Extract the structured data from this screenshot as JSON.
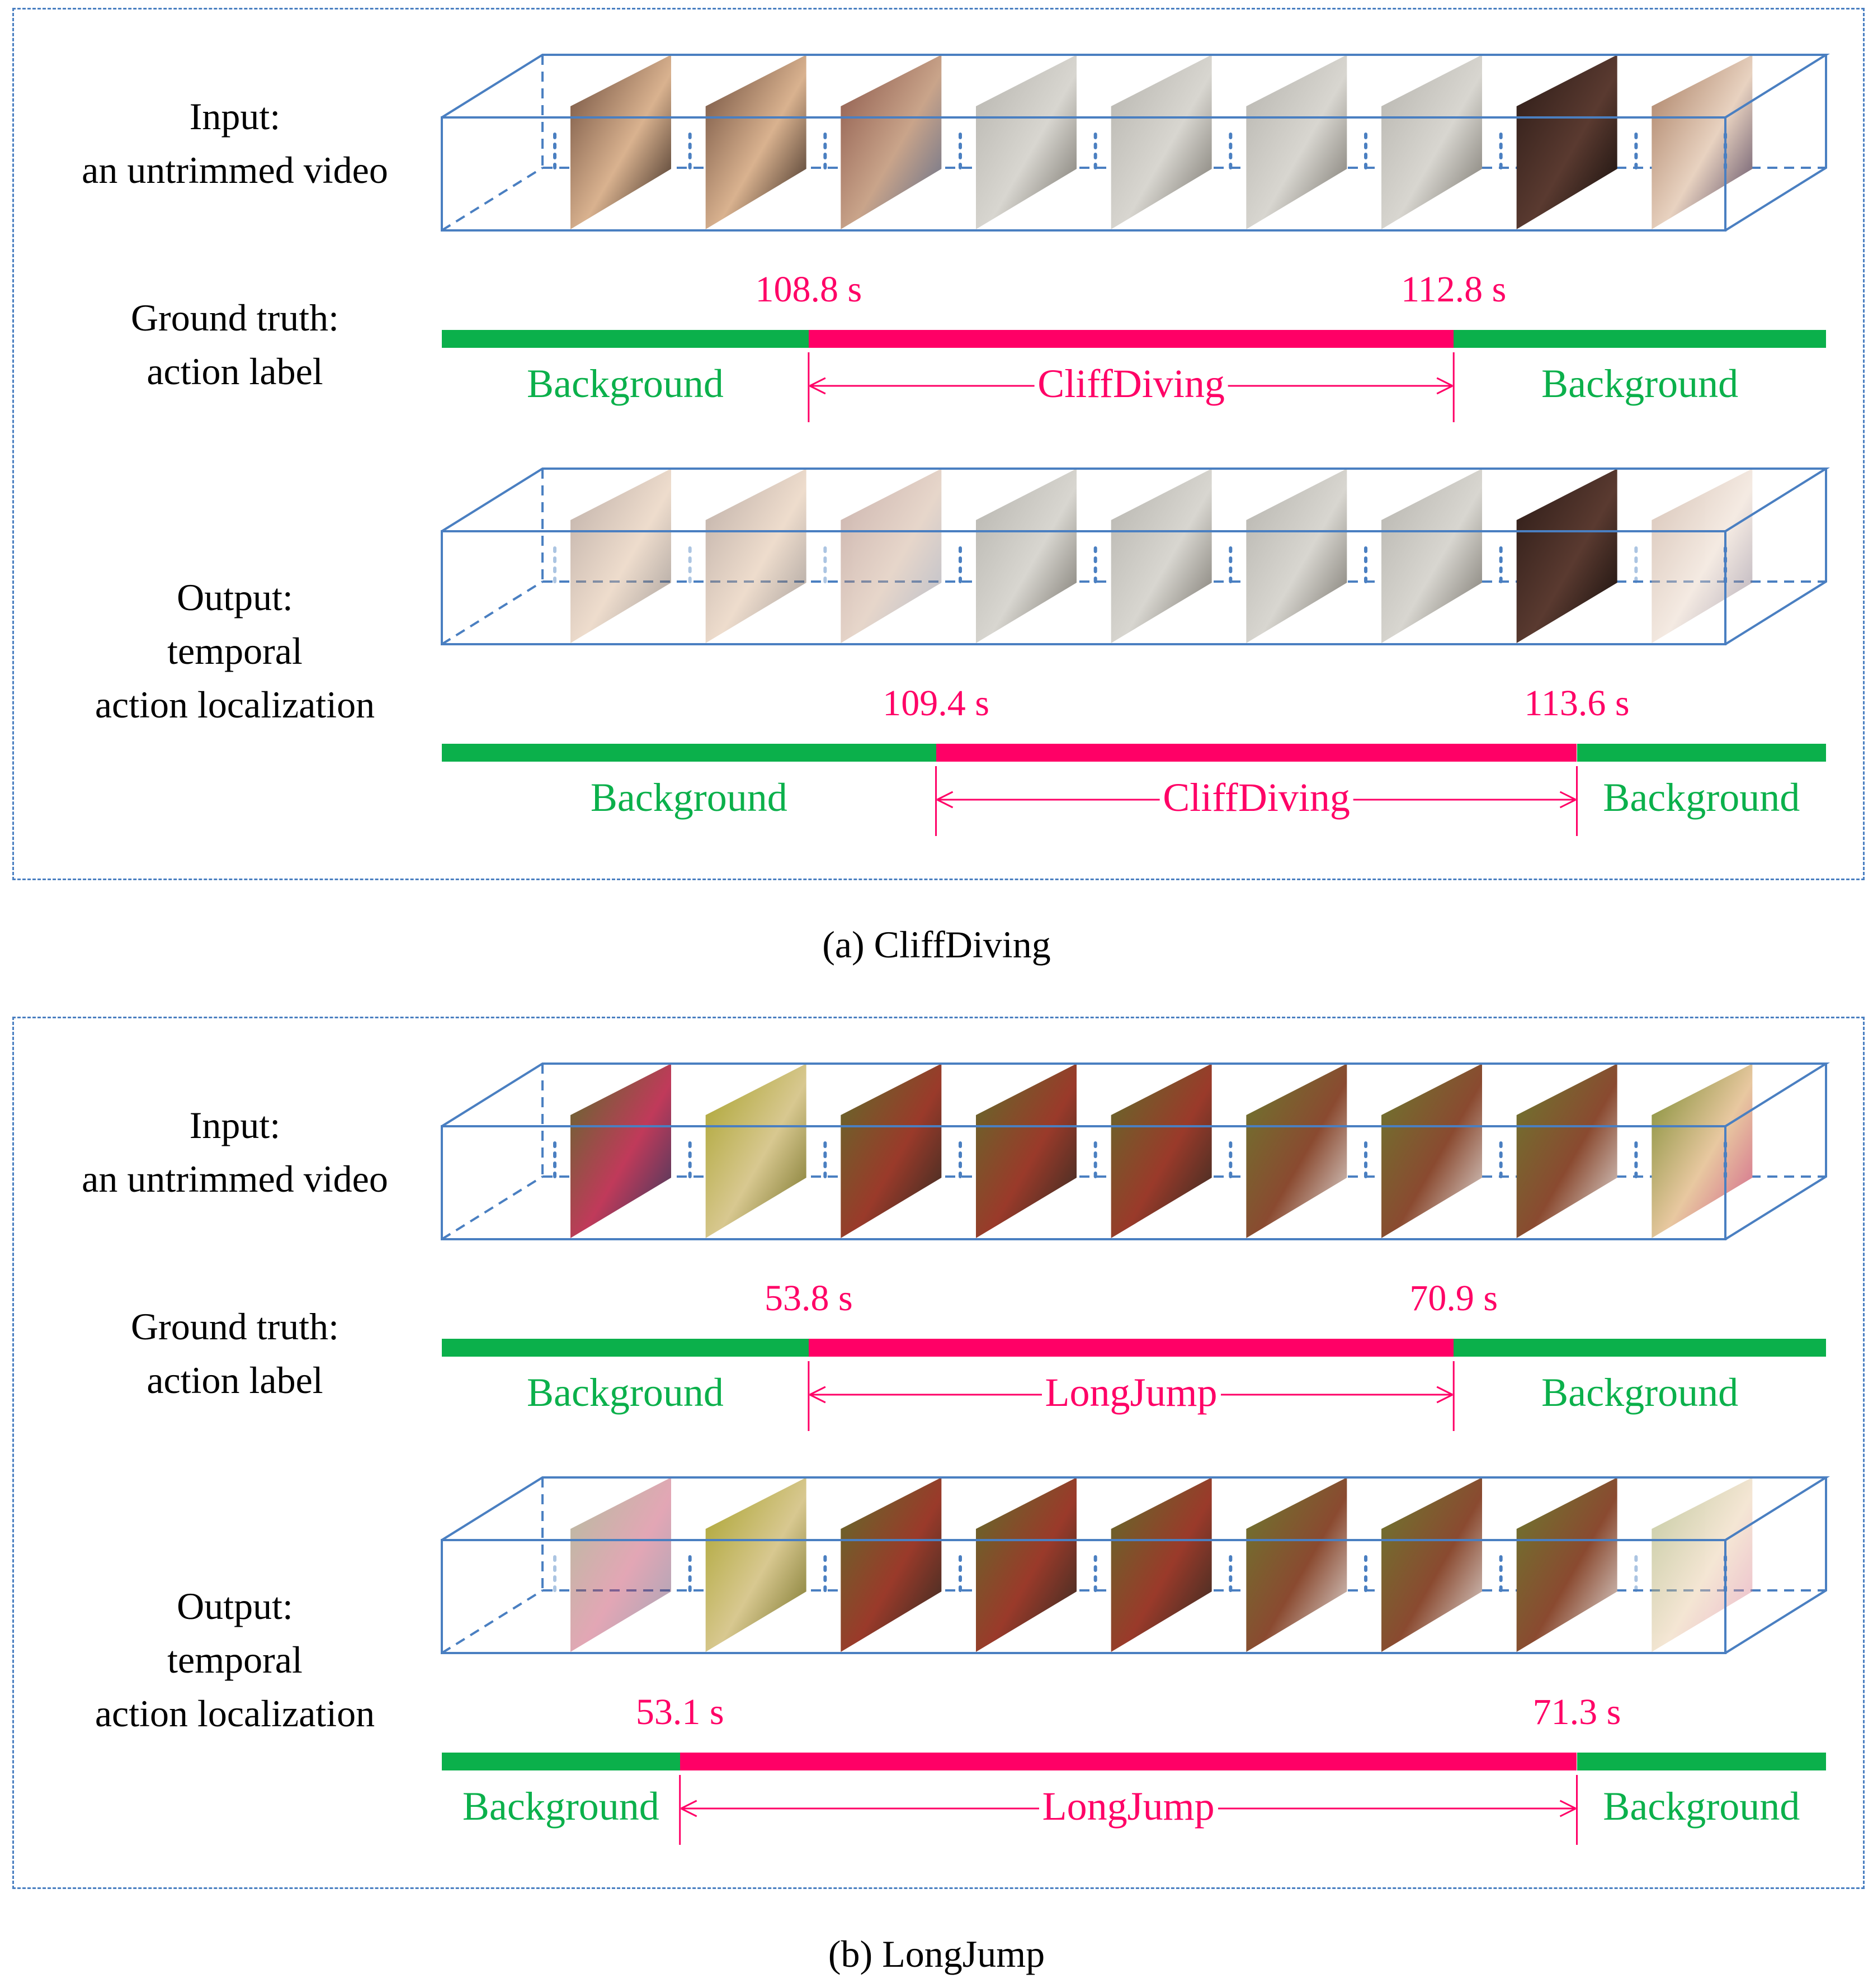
{
  "palette": {
    "background": "#0bb04b",
    "action": "#ff0066",
    "frame": "#4a7fc1"
  },
  "panels": [
    {
      "caption": "(a) CliffDiving",
      "input_label": [
        "Input:",
        "an untrimmed video"
      ],
      "gt_label": [
        "Ground truth:",
        "action label"
      ],
      "output_label": [
        "Output:",
        "temporal",
        "action localization"
      ],
      "gt": {
        "start_label": "108.8 s",
        "end_label": "112.8 s",
        "start_frac": 0.265,
        "end_frac": 0.731,
        "background_left": "Background",
        "action": "CliffDiving",
        "background_right": "Background"
      },
      "pred": {
        "start_label": "109.4 s",
        "end_label": "113.6 s",
        "start_frac": 0.357,
        "end_frac": 0.82,
        "background_left": "Background",
        "action": "CliffDiving",
        "background_right": "Background"
      },
      "input_frames": [
        "face-closeup",
        "face-closeup",
        "crowd-stadium",
        "cliff-grey",
        "cliff-grey",
        "cliff-grey",
        "cliff-grey",
        "water-dark",
        "crowd-people"
      ],
      "output_frames_faded": [
        true,
        true,
        true,
        false,
        false,
        false,
        false,
        false,
        true
      ]
    },
    {
      "caption": "(b) LongJump",
      "input_label": [
        "Input:",
        "an untrimmed video"
      ],
      "gt_label": [
        "Ground truth:",
        "action label"
      ],
      "output_label": [
        "Output:",
        "temporal",
        "action localization"
      ],
      "gt": {
        "start_label": "53.8 s",
        "end_label": "70.9 s",
        "start_frac": 0.265,
        "end_frac": 0.731,
        "background_left": "Background",
        "action": "LongJump",
        "background_right": "Background"
      },
      "pred": {
        "start_label": "53.1 s",
        "end_label": "71.3 s",
        "start_frac": 0.172,
        "end_frac": 0.82,
        "background_left": "Background",
        "action": "LongJump",
        "background_right": "Background"
      },
      "input_frames": [
        "athletes-field",
        "athlete-field",
        "runway-track",
        "runway-track",
        "runway-track",
        "pit-landing",
        "pit-landing",
        "pit-landing",
        "athlete-portrait"
      ],
      "output_frames_faded": [
        true,
        false,
        false,
        false,
        false,
        false,
        false,
        false,
        true
      ]
    }
  ]
}
